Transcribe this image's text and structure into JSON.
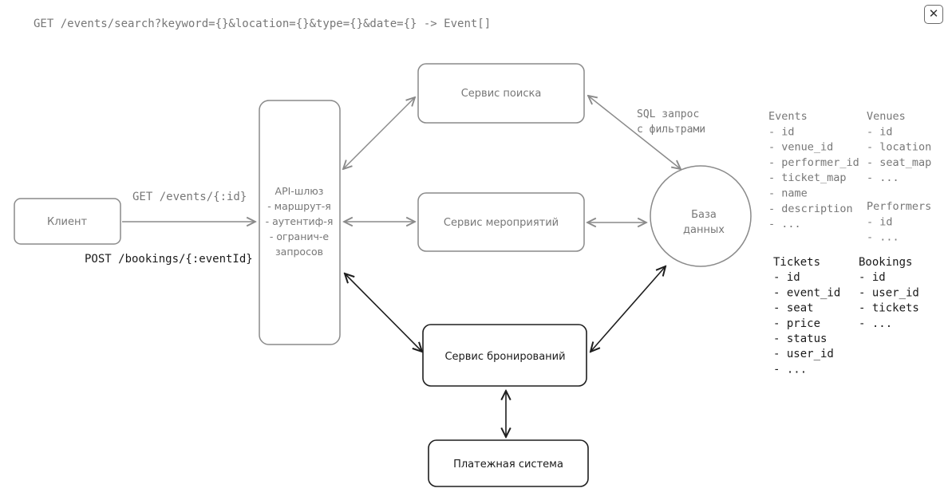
{
  "diagram": {
    "top_endpoint": "GET /events/search?keyword={}&location={}&type={}&date={} -> Event[]",
    "client": "Клиент",
    "edge_get": "GET /events/{:id}",
    "edge_post": "POST /bookings/{:eventId}",
    "gateway": {
      "title": "API-шлюз",
      "lines": [
        "- маршрут-я",
        "- аутентиф-я",
        "- огранич-е",
        "запросов"
      ]
    },
    "search_service": "Сервис поиска",
    "events_service": "Сервис мероприятий",
    "booking_service": "Сервис бронирований",
    "payment_system": "Платежная система",
    "database": [
      "База",
      "данных"
    ],
    "sql_label": [
      "SQL запрос",
      "с фильтрами"
    ],
    "tables": {
      "events": {
        "title": "Events",
        "fields": [
          "- id",
          "- venue_id",
          "- performer_id",
          "- ticket_map",
          "- name",
          "- description",
          "- ..."
        ]
      },
      "venues": {
        "title": "Venues",
        "fields": [
          "- id",
          "- location",
          "- seat_map",
          "- ..."
        ]
      },
      "performers": {
        "title": "Performers",
        "fields": [
          "- id",
          "- ..."
        ]
      },
      "tickets": {
        "title": "Tickets",
        "fields": [
          "- id",
          "- event_id",
          "- seat",
          "- price",
          "- status",
          "- user_id",
          "- ..."
        ]
      },
      "bookings": {
        "title": "Bookings",
        "fields": [
          "- id",
          "- user_id",
          "- tickets",
          "- ..."
        ]
      }
    }
  },
  "ui": {
    "close_symbol": "✕"
  }
}
